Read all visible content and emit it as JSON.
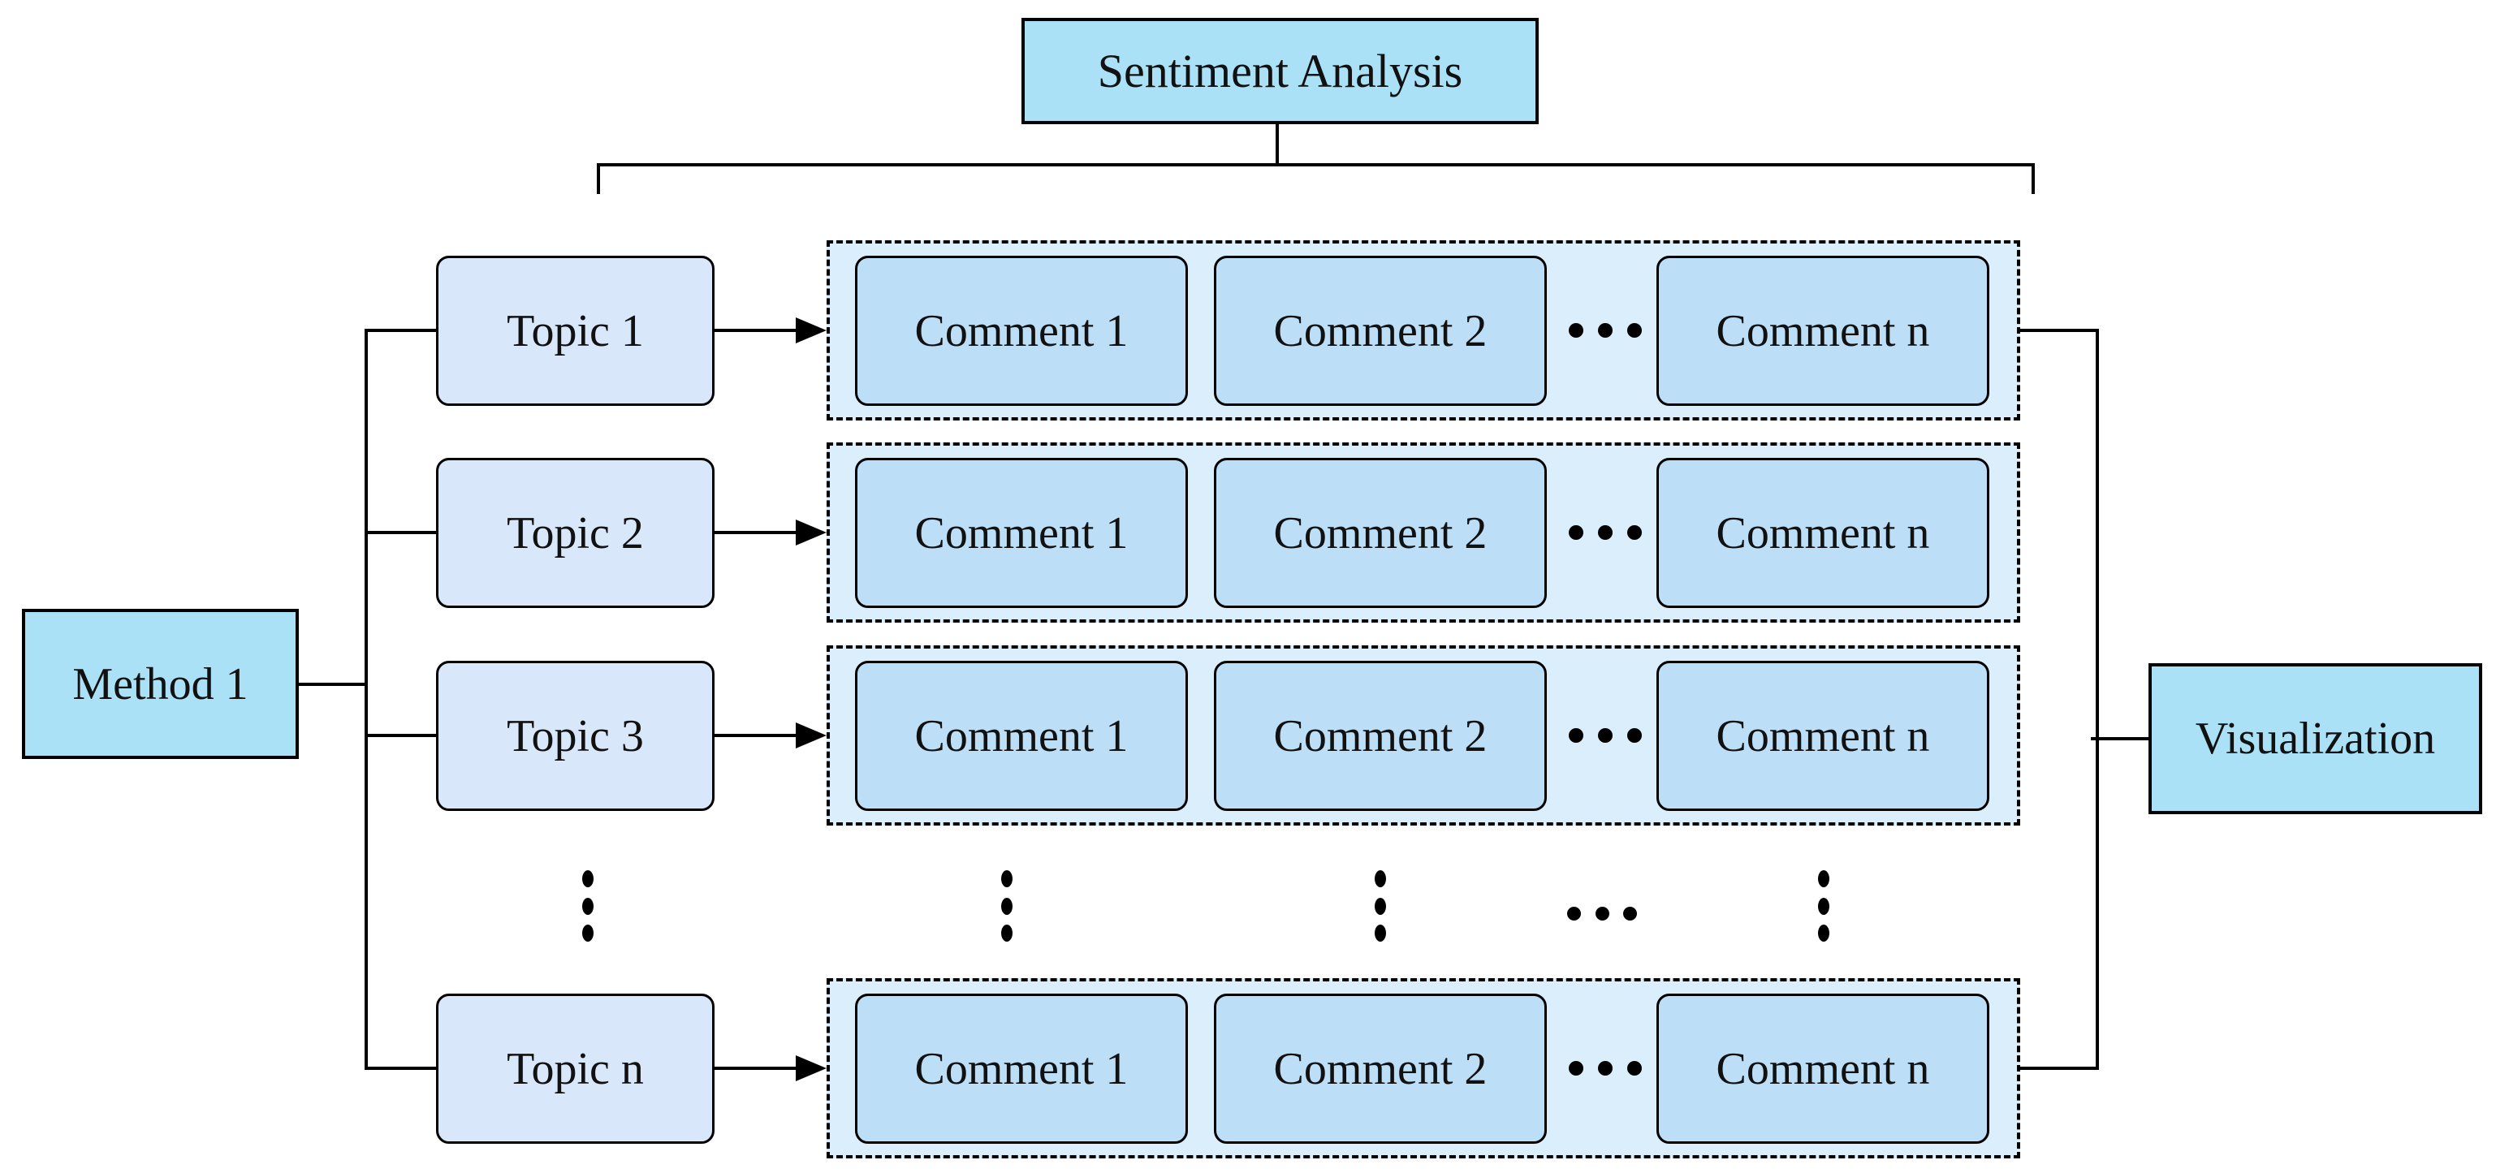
{
  "nodes": {
    "sentiment": "Sentiment Analysis",
    "method": "Method 1",
    "visualization": "Visualization"
  },
  "topics": [
    "Topic 1",
    "Topic 2",
    "Topic 3",
    "Topic n"
  ],
  "comments": [
    "Comment 1",
    "Comment 2",
    "Comment n"
  ],
  "ellipses": {
    "row_inline": "•••",
    "column_break": "⋮"
  },
  "colors": {
    "outer_box_fill": "#aae1f6",
    "topic_box_fill": "#d8e7fa",
    "comment_box_fill": "#bcdef6",
    "comment_row_fill": "#dbeefb",
    "border_and_lines": "#000000",
    "text": "#111111",
    "background": "#ffffff"
  }
}
